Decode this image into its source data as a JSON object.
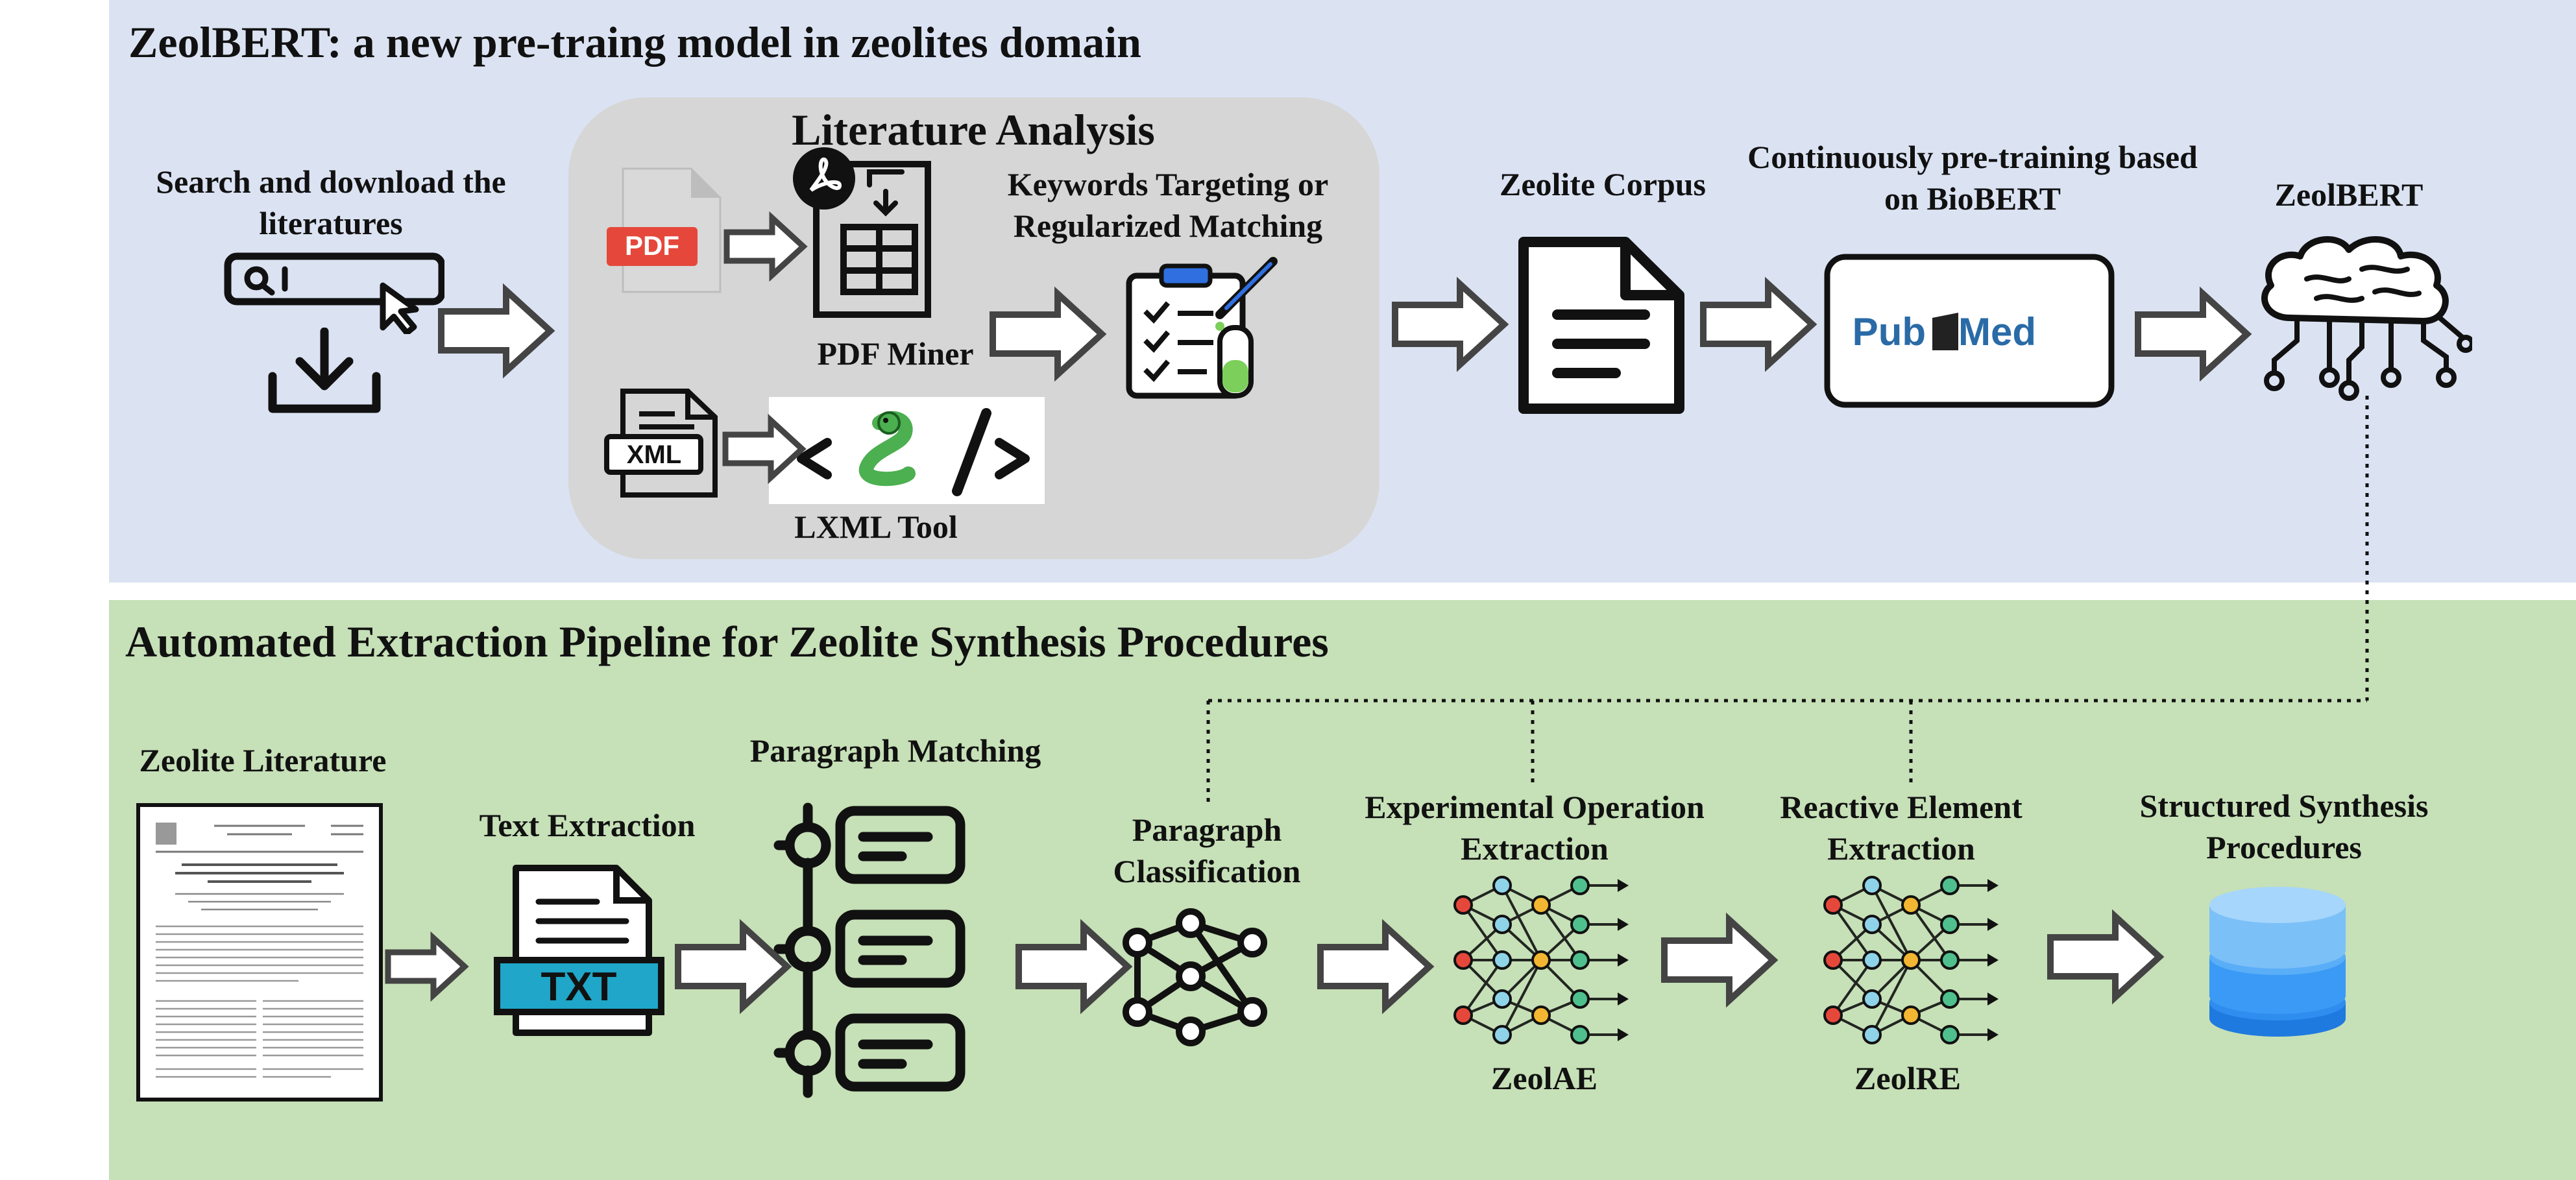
{
  "top": {
    "title": "ZeolBERT: a new pre-traing model in zeolites domain",
    "search_label": "Search and download the literatures",
    "lit_analysis_title": "Literature Analysis",
    "pdf_badge": "PDF",
    "pdf_miner_label": "PDF Miner",
    "xml_badge": "XML",
    "lxml_label": "LXML Tool",
    "keywords_label": "Keywords Targeting or Regularized Matching",
    "corpus_label": "Zeolite Corpus",
    "pretrain_label": "Continuously pre-training based on BioBERT",
    "pubmed_pub": "Pub",
    "pubmed_med": "Med",
    "zeolbert_label": "ZeolBERT"
  },
  "bottom": {
    "title": "Automated Extraction Pipeline for Zeolite Synthesis Procedures",
    "literature_label": "Zeolite Literature",
    "text_extraction_label": "Text Extraction",
    "txt_badge": "TXT",
    "paragraph_matching_label": "Paragraph Matching",
    "paragraph_classification_label": "Paragraph Classification",
    "exp_op_label": "Experimental Operation Extraction",
    "zeolae_label": "ZeolAE",
    "reactive_label": "Reactive Element Extraction",
    "zeolre_label": "ZeolRE",
    "structured_label": "Structured Synthesis Procedures"
  },
  "colors": {
    "top_background": "#dbe3f3",
    "bottom_background": "#c6e0b7",
    "analysis_box": "#d6d6d6",
    "pdf_red": "#e5483b",
    "txt_teal": "#1fa6c8",
    "database_blue": "#2f8df0",
    "pubmed_blue": "#2a6ba7"
  },
  "icons": [
    "search-bar-icon",
    "download-icon",
    "pdf-file-icon",
    "pdf-table-icon",
    "xml-file-icon",
    "python-snake-icon",
    "checklist-testtube-icon",
    "document-icon",
    "pubmed-logo",
    "brain-circuit-icon",
    "paper-thumbnail",
    "txt-file-icon",
    "paragraph-matching-icon",
    "classification-network-icon",
    "neural-network-icon",
    "database-icon",
    "arrow-icon"
  ]
}
